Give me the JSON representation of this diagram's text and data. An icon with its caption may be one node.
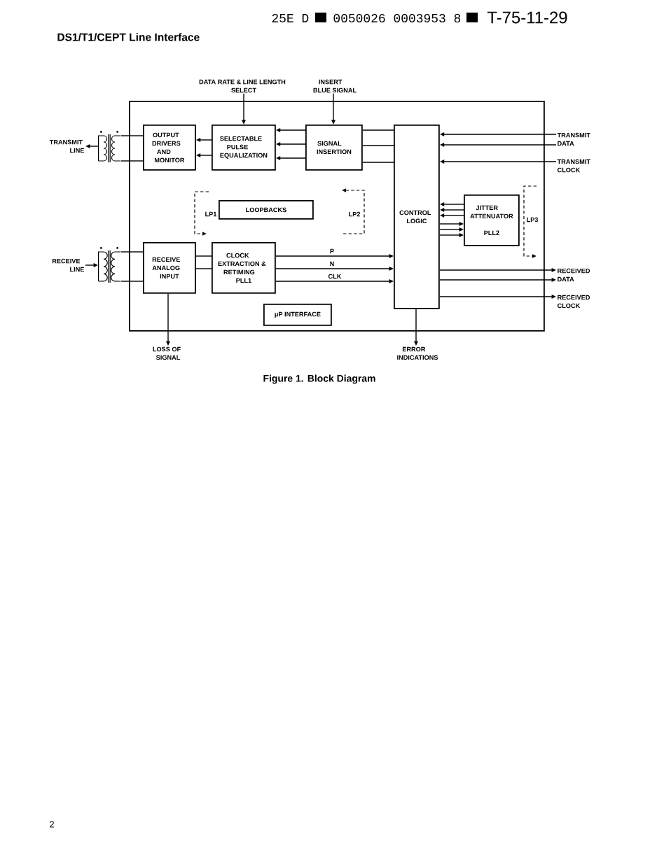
{
  "diagram": {
    "title": "DS1/T1/CEPT Line Interface",
    "caption": "Figure 1. Block Diagram",
    "nodes": [
      {
        "text": [
          "DATA RATE & LINE LENGTH SELECT"
        ]
      },
      {
        "text": [
          "INSERT BLUE SIGNAL"
        ]
      },
      {
        "text": [
          "TRANSMIT LINE"
        ]
      },
      {
        "text": [],
        "shape": "picture"
      },
      {
        "text": [],
        "shape": "box"
      },
      {
        "text": [
          "OUTPUT DRIVERS AND MONITOR"
        ],
        "in": 4
      },
      {
        "text": [
          "SELECTABLE PULSE EQUALIZATION"
        ],
        "in": 4
      },
      {
        "text": [
          "SIGNAL INSERTION"
        ],
        "in": 4
      },
      {
        "text": [
          "CONTROL LOGIC"
        ],
        "in": 4
      },
      {
        "text": [
          "TRANSMIT DATA"
        ]
      },
      {
        "text": [
          "TRANSMIT CLOCK"
        ]
      },
      {
        "text": [
          "LOOPBACKS"
        ],
        "in": 4
      },
      {
        "text": [
          "JITTER ATTENUATOR",
          "PLL2"
        ],
        "in": 4
      },
      {
        "text": [
          "RECEIVE LINE"
        ]
      },
      {
        "text": [],
        "shape": "picture"
      },
      {
        "text": [
          "RECEIVE ANALOG INPUT"
        ],
        "in": 4
      },
      {
        "text": [
          "CLOCK EXTRACTION & RETIMING PLL1"
        ],
        "in": 4
      },
      {
        "text": [
          "RECEIVED DATA"
        ]
      },
      {
        "text": [
          "RECEIVED CLOCK"
        ]
      },
      {
        "text": [
          "μP INTERFACE"
        ],
        "in": 4
      },
      {
        "text": [
          "LOSS OF SIGNAL"
        ]
      },
      {
        "text": [
          "ERROR INDICATIONS"
        ]
      }
    ],
    "edges": [
      {
        "from": 0,
        "to": 6,
        "arrow": "to"
      },
      {
        "from": 1,
        "to": 7,
        "arrow": "to"
      },
      {
        "from": 3,
        "to": 2,
        "arrow": "to"
      },
      {
        "from": 5,
        "to": 3,
        "arrow": "none"
      },
      {
        "from": 5,
        "to": 3,
        "arrow": "none"
      },
      {
        "from": 6,
        "to": 5,
        "arrow": "to"
      },
      {
        "from": 6,
        "to": 5,
        "arrow": "to"
      },
      {
        "from": 7,
        "to": 6,
        "arrow": "to"
      },
      {
        "from": 7,
        "to": 6,
        "arrow": "to"
      },
      {
        "from": 7,
        "to": 6,
        "arrow": "to"
      },
      {
        "from": 8,
        "to": 7,
        "arrow": "none"
      },
      {
        "from": 8,
        "to": 7,
        "arrow": "none"
      },
      {
        "from": 8,
        "to": 7,
        "arrow": "none"
      },
      {
        "from": 9,
        "to": 8,
        "arrow": "to"
      },
      {
        "from": 9,
        "to": 8,
        "arrow": "to"
      },
      {
        "from": 10,
        "to": 8,
        "arrow": "to"
      },
      {
        "from": 12,
        "to": 8,
        "arrow": "to"
      },
      {
        "from": 12,
        "to": 8,
        "arrow": "to"
      },
      {
        "from": 12,
        "to": 8,
        "arrow": "to"
      },
      {
        "from": 8,
        "to": 12,
        "arrow": "to"
      },
      {
        "from": 8,
        "to": 12,
        "arrow": "to"
      },
      {
        "from": 8,
        "to": 12,
        "arrow": "to"
      },
      {
        "from": 13,
        "to": 14,
        "arrow": "to"
      },
      {
        "from": 14,
        "to": 15,
        "arrow": "none"
      },
      {
        "from": 14,
        "to": 15,
        "arrow": "none"
      },
      {
        "from": 15,
        "to": 16,
        "arrow": "none"
      },
      {
        "from": 15,
        "to": 16,
        "arrow": "none"
      },
      {
        "from": 16,
        "to": 8,
        "arrow": "to",
        "label": "P"
      },
      {
        "from": 16,
        "to": 8,
        "arrow": "to",
        "label": "N"
      },
      {
        "from": 16,
        "to": 8,
        "arrow": "to",
        "label": "CLK"
      },
      {
        "from": 8,
        "to": 17,
        "arrow": "to"
      },
      {
        "from": 8,
        "to": 17,
        "arrow": "to"
      },
      {
        "from": 8,
        "to": 18,
        "arrow": "to"
      },
      {
        "from": 15,
        "to": 20,
        "arrow": "to"
      },
      {
        "from": 8,
        "to": 21,
        "arrow": "to"
      }
    ],
    "labels": [
      "25E D",
      "0050026 0003953 8",
      "T-75-11-29",
      "LP1",
      "LP2",
      "LP3",
      "2"
    ]
  }
}
